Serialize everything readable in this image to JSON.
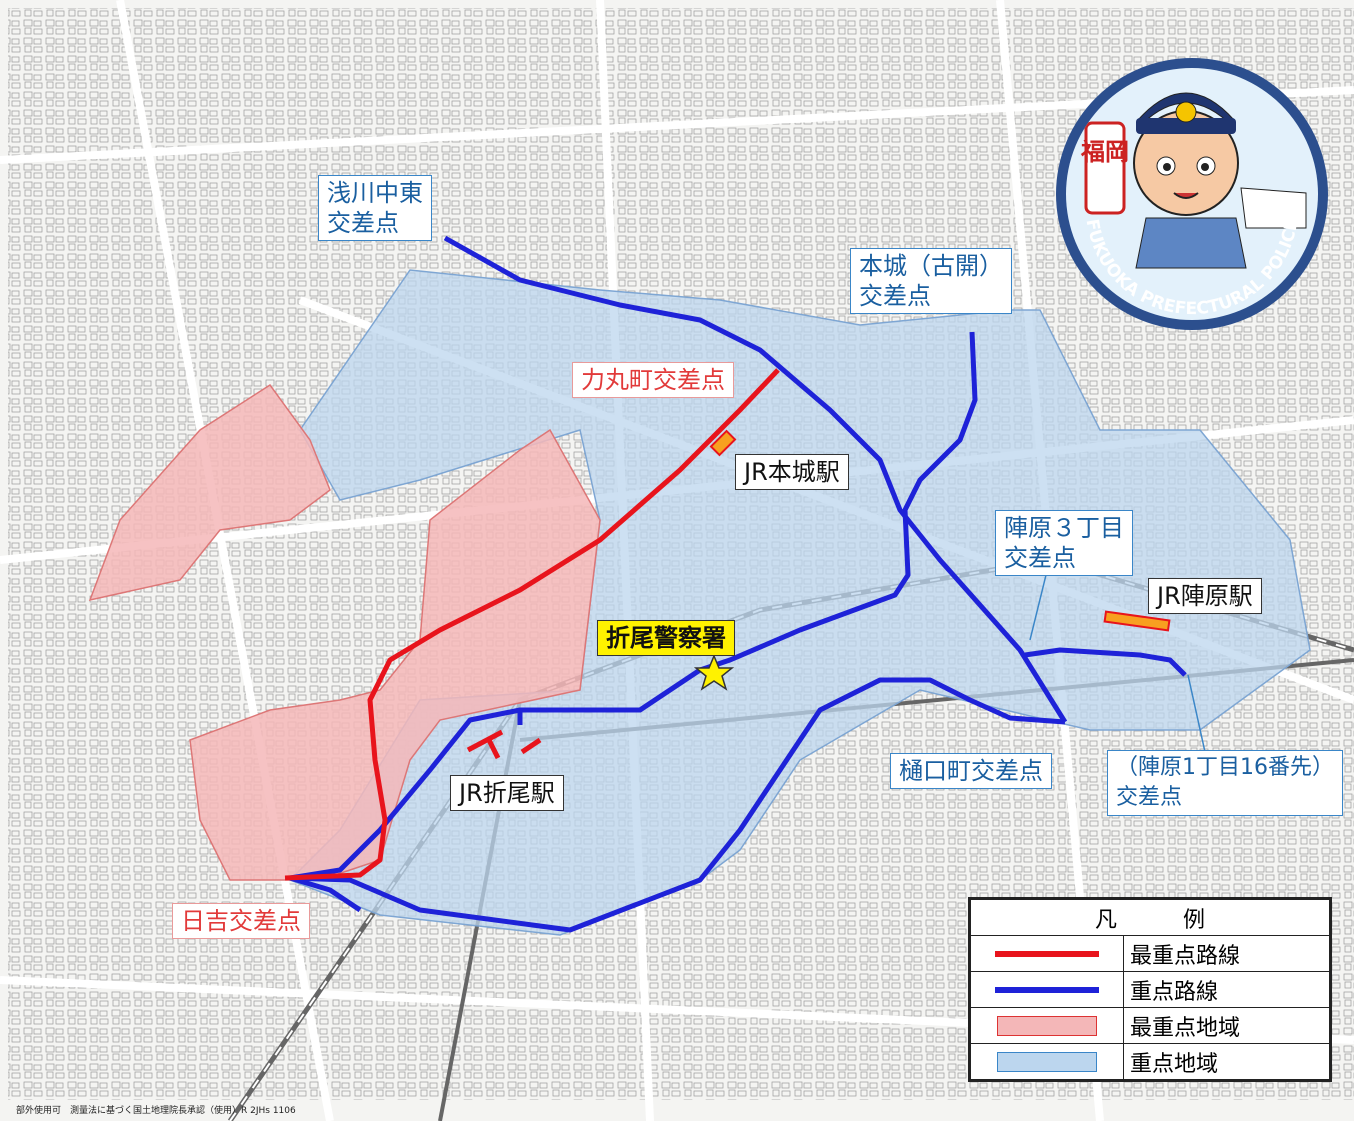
{
  "map": {
    "colors": {
      "top_priority": "#e8141c",
      "priority": "#1e22d8",
      "top_priority_area": "#f4b7b8",
      "priority_area": "#bcd6ee"
    }
  },
  "intersections": {
    "asakawa": "浅川中東\n交差点",
    "honjo": "本城（古開）\n交差点",
    "rikimaru": "力丸町交差点",
    "jinbaru3": "陣原３丁目\n交差点",
    "higuchi": "樋口町交差点",
    "jinbaru1": "（陣原1丁目16番先）\n交差点",
    "hiyoshi": "日吉交差点"
  },
  "stations": {
    "honjo": "JR本城駅",
    "jinbaru": "JR陣原駅",
    "orio": "JR折尾駅"
  },
  "police_station": "折尾警察署",
  "badge": {
    "text": "FUKUOKA PREFECTURAL POLICE",
    "sign": "福岡",
    "icon": "police-mascot-icon"
  },
  "legend": {
    "title": "凡　　　例",
    "items": [
      {
        "label": "最重点路線",
        "symbol": "red-line",
        "color": "#e8141c"
      },
      {
        "label": "重点路線",
        "symbol": "blue-line",
        "color": "#1e22d8"
      },
      {
        "label": "最重点地域",
        "symbol": "red-area",
        "color": "#f4b7b8"
      },
      {
        "label": "重点地域",
        "symbol": "blue-area",
        "color": "#bcd6ee"
      }
    ]
  },
  "copyright": "部外使用可　測量法に基づく国土地理院長承認（使用）R 2JHs 1106"
}
